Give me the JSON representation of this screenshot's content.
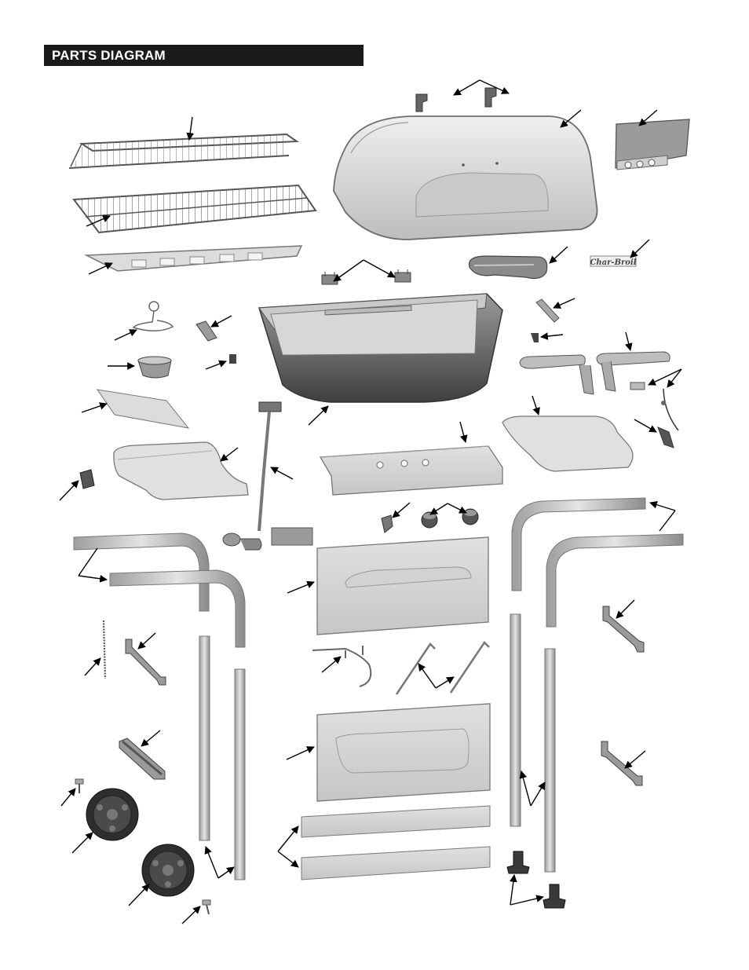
{
  "header": {
    "title": "PARTS DIAGRAM"
  },
  "logo": {
    "text": "Char-Broil"
  },
  "colors": {
    "header_bg": "#1a1a1a",
    "header_text": "#ffffff",
    "part_fill": "#d9d9d9",
    "part_dark": "#6e6e6e",
    "outline": "#555555"
  },
  "parts": [
    "warming-rack",
    "cooking-grate",
    "heat-tent",
    "lid-hinge-pair",
    "lid",
    "heat-shield",
    "lid-handle",
    "logo-badge",
    "firebox-bracket-pair",
    "firebox",
    "grease-cup-hook",
    "grease-cup",
    "side-bracket-left",
    "small-clip-left",
    "burner-bracket",
    "small-clip-right",
    "burner-pair",
    "electrode-wires",
    "left-heat-deflector",
    "left-side-shelf",
    "right-side-shelf",
    "igniter-electrode",
    "control-panel",
    "regulator-hose",
    "ignitor-button",
    "control-knob-pair",
    "left-leg-pair",
    "right-leg-pair",
    "left-small-plate",
    "front-panel-upper",
    "axle",
    "support-bracket-left",
    "support-bracket-right-upper",
    "tank-hook",
    "tank-retainer-pair",
    "front-panel-lower",
    "tank-support",
    "support-bracket-right-lower",
    "wheel-bolt",
    "wheel-front",
    "wheel-rear",
    "lower-leg-pair-left",
    "lower-leg-pair-right",
    "bottom-panel-pair",
    "leg-levelers",
    "axle-pin"
  ]
}
